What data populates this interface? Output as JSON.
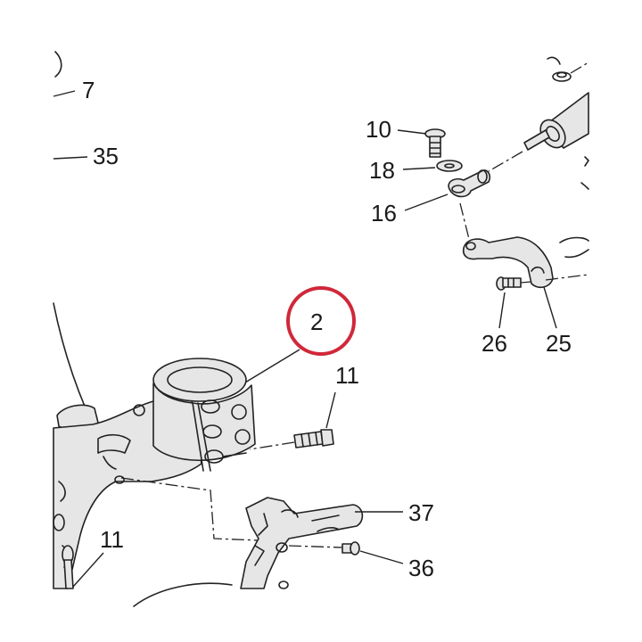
{
  "highlight_color": "#d0283a",
  "highlighted_part": "2",
  "callouts": {
    "p7": "7",
    "p35": "35",
    "p10": "10",
    "p18": "18",
    "p16": "16",
    "p2": "2",
    "p11a": "11",
    "p11b": "11",
    "p26": "26",
    "p25": "25",
    "p37": "37",
    "p36": "36"
  }
}
